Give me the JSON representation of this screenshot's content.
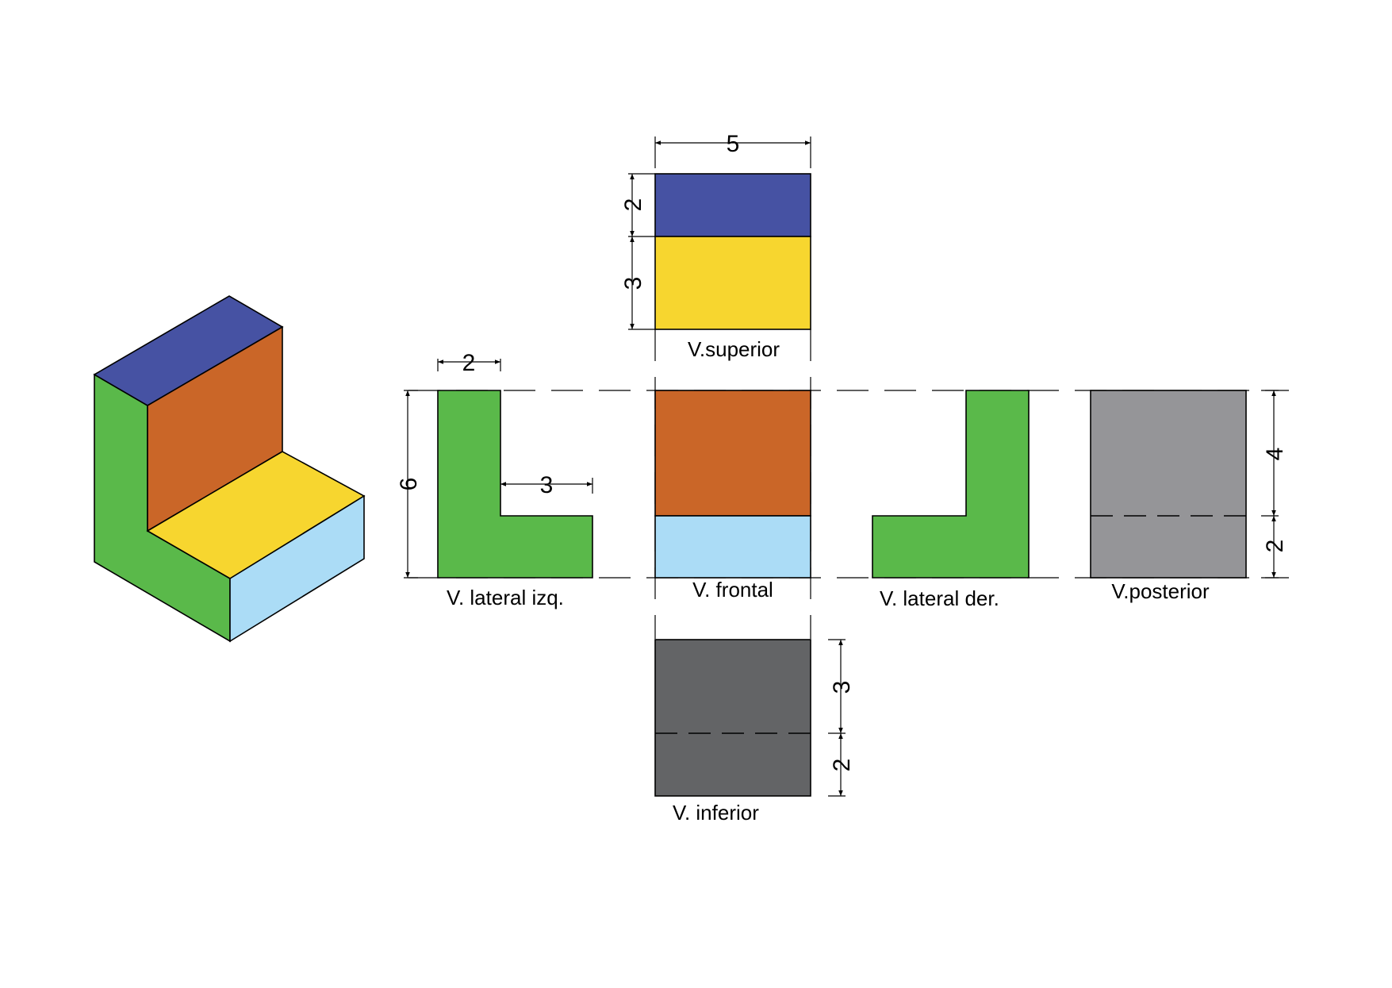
{
  "colors": {
    "top": "#4652a3",
    "step_top": "#f7d62f",
    "front_upper": "#ca6628",
    "front_lower": "#abdcf6",
    "side": "#5ab94a",
    "back": "#959598",
    "bottom": "#636466"
  },
  "labels": {
    "superior": "V.superior",
    "frontal": "V. frontal",
    "lateral_izq": "V. lateral izq.",
    "lateral_der": "V. lateral der.",
    "posterior": "V.posterior",
    "inferior": "V. inferior"
  },
  "dimensions": {
    "width": "5",
    "top_back_depth": "2",
    "top_step_depth": "3",
    "side_thickness": "2",
    "side_step": "3",
    "height": "6",
    "back_upper": "4",
    "back_lower": "2",
    "bottom_upper": "3",
    "bottom_lower": "2"
  }
}
